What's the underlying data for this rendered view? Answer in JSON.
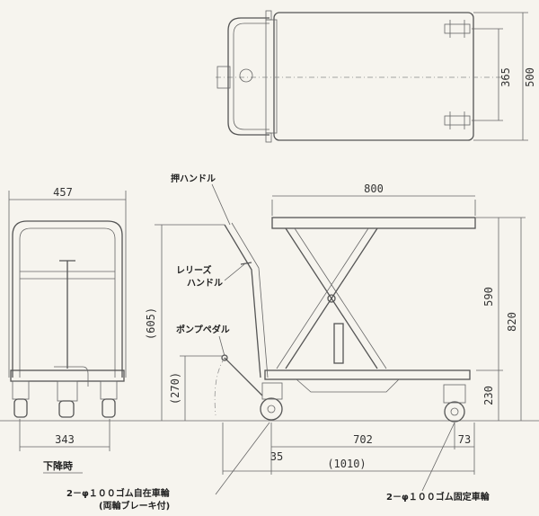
{
  "dimensions": {
    "top_width": "500",
    "top_inner": "365",
    "front_width": "457",
    "front_base": "343",
    "side_table": "800",
    "side_590": "590",
    "side_820": "820",
    "side_605": "(605)",
    "side_270": "(270)",
    "side_230": "230",
    "side_702": "702",
    "side_35": "35",
    "side_73": "73",
    "side_1010": "(1010)"
  },
  "labels": {
    "push_handle": "押ハンドル",
    "release_handle": "レリーズ\nハンドル",
    "pump_pedal": "ポンプペダル",
    "lowered": "下降時",
    "front_caster": "2－φ１００ゴム自在車輪",
    "brake_note": "(両輪ブレーキ付)",
    "rear_caster": "2－φ１００ゴム固定車輪"
  }
}
